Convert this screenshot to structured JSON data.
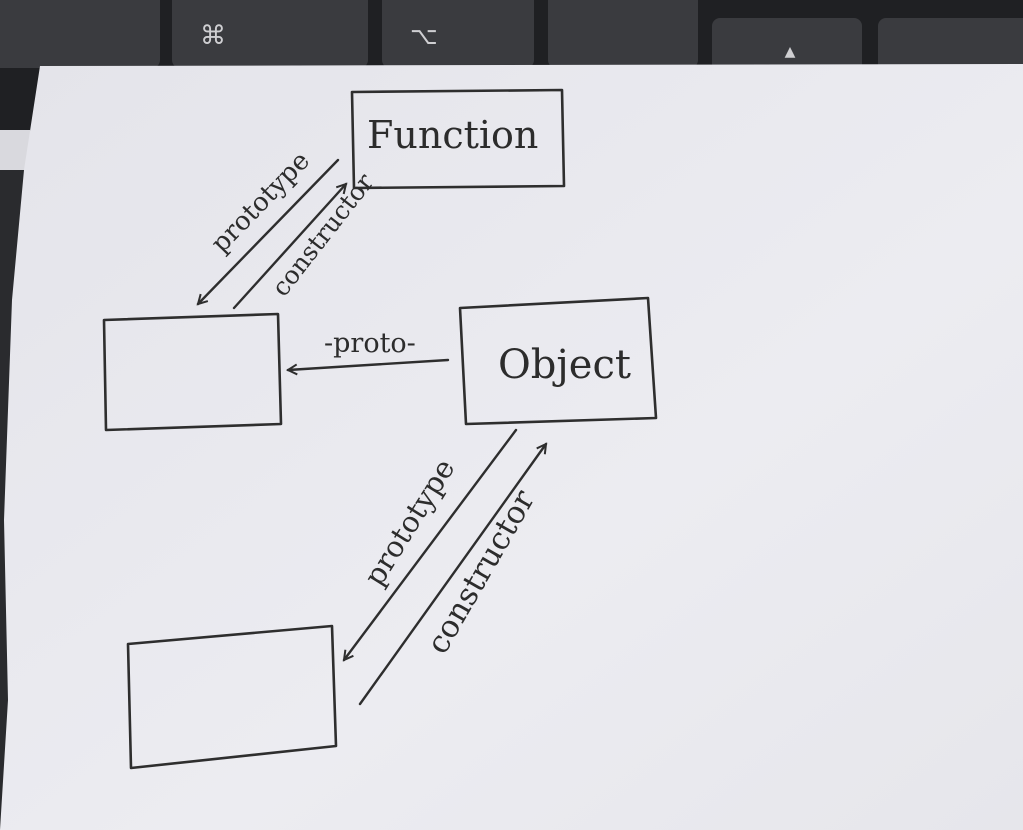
{
  "keyboard": {
    "keys": [
      {
        "name": "blank",
        "glyph": ""
      },
      {
        "name": "command",
        "glyph": "⌘"
      },
      {
        "name": "option",
        "glyph": "⌥"
      },
      {
        "name": "blank",
        "glyph": ""
      },
      {
        "name": "arrow-up",
        "glyph": "▲"
      },
      {
        "name": "blank",
        "glyph": ""
      }
    ]
  },
  "diagram": {
    "nodes": {
      "function": {
        "label": "Function"
      },
      "object": {
        "label": "Object"
      },
      "function_proto": {
        "label": ""
      },
      "object_proto": {
        "label": ""
      }
    },
    "edges": {
      "fn_prototype": {
        "label": "prototype"
      },
      "fn_constructor": {
        "label": "constructor"
      },
      "obj_proto_link": {
        "label": "-proto-"
      },
      "obj_prototype": {
        "label": "prototype"
      },
      "obj_constructor": {
        "label": "constructor"
      }
    }
  },
  "colors": {
    "paper": "#e9e9ee",
    "ink": "#2e2e2e",
    "keyboard": "#2a2b2e",
    "key": "#3b3c40"
  }
}
